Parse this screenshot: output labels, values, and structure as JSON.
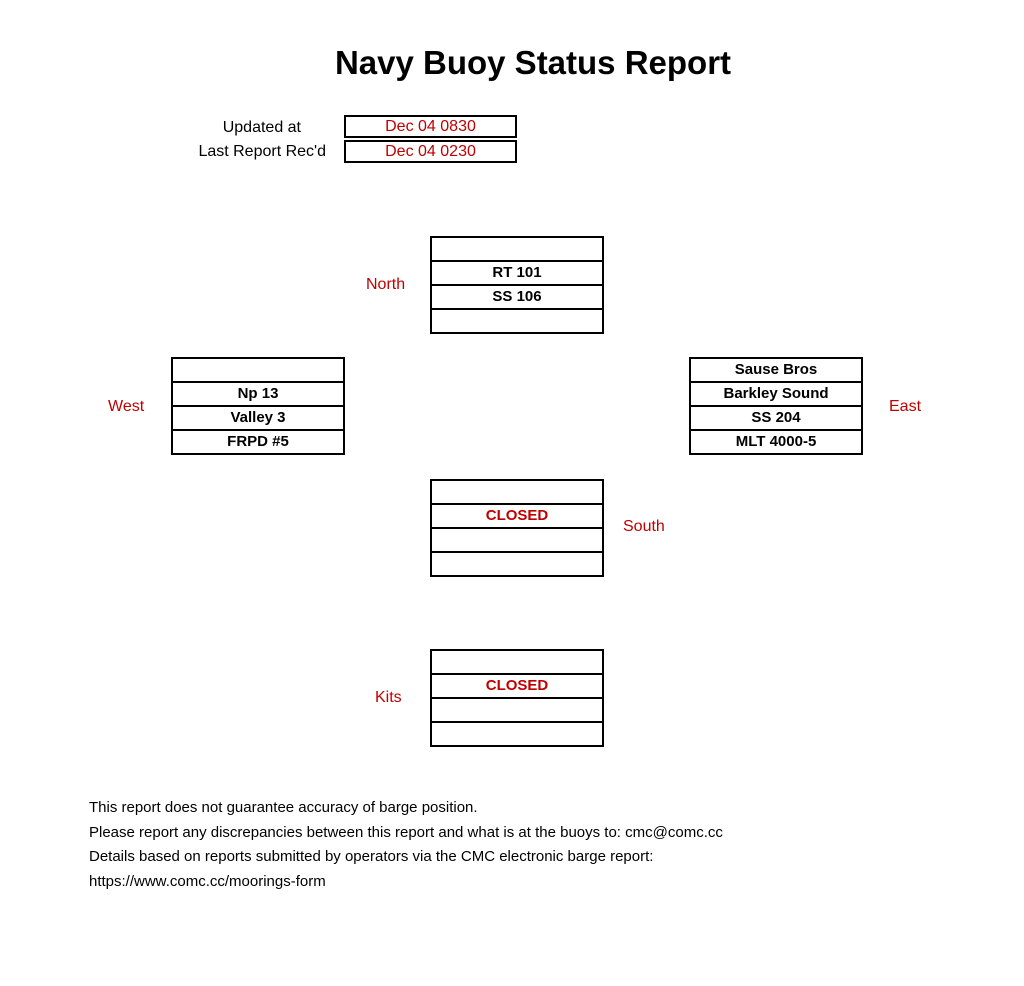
{
  "title": "Navy Buoy Status Report",
  "meta": {
    "updated_label": "Updated  at",
    "updated_value": "Dec 04 0830",
    "last_report_label": "Last Report Rec'd",
    "last_report_value": "Dec 04 0230"
  },
  "colors": {
    "accent_red": "#c00000",
    "border": "#000000"
  },
  "buoys": {
    "north": {
      "label": "North",
      "cells": [
        "",
        "RT 101",
        "SS 106",
        ""
      ]
    },
    "west": {
      "label": "West",
      "cells": [
        "",
        "Np 13",
        "Valley 3",
        "FRPD #5"
      ]
    },
    "east": {
      "label": "East",
      "cells": [
        "Sause Bros",
        "Barkley Sound",
        "SS 204",
        "MLT 4000-5"
      ]
    },
    "south": {
      "label": "South",
      "cells": [
        "",
        "CLOSED",
        "",
        ""
      ]
    },
    "kits": {
      "label": "Kits",
      "cells": [
        "",
        "CLOSED",
        "",
        ""
      ]
    }
  },
  "footer": {
    "line1": "This report does not guarantee accuracy of barge position.",
    "line2": "Please report any discrepancies between this report and what is at the buoys to:  cmc@comc.cc",
    "line3": "Details based on reports submitted by operators via the CMC electronic barge report:",
    "line4": "https://www.comc.cc/moorings-form"
  }
}
